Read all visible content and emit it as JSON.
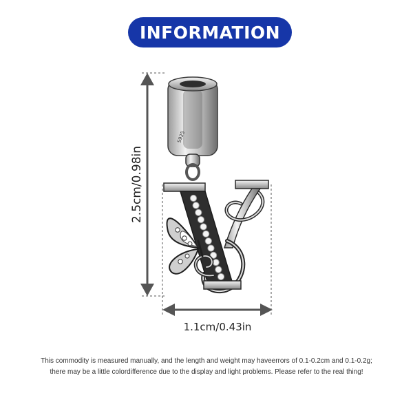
{
  "header": {
    "title": "INFORMATION"
  },
  "dimensions": {
    "height_label": "2.5cm/0.98in",
    "width_label": "1.1cm/0.43in"
  },
  "charm": {
    "stamp": "S925"
  },
  "notice": {
    "line1": "This commodity is measured manually, and the length and weight may haveerrors of 0.1-0.2cm and 0.1-0.2g;",
    "line2": "there may be a little colordifference due to the display and light problems. Please refer to the real thing!"
  },
  "colors": {
    "badge_bg": "#1636a8",
    "arrow": "#555555",
    "silver_dark": "#2a2a2a",
    "silver_light": "#e6e6e6"
  }
}
